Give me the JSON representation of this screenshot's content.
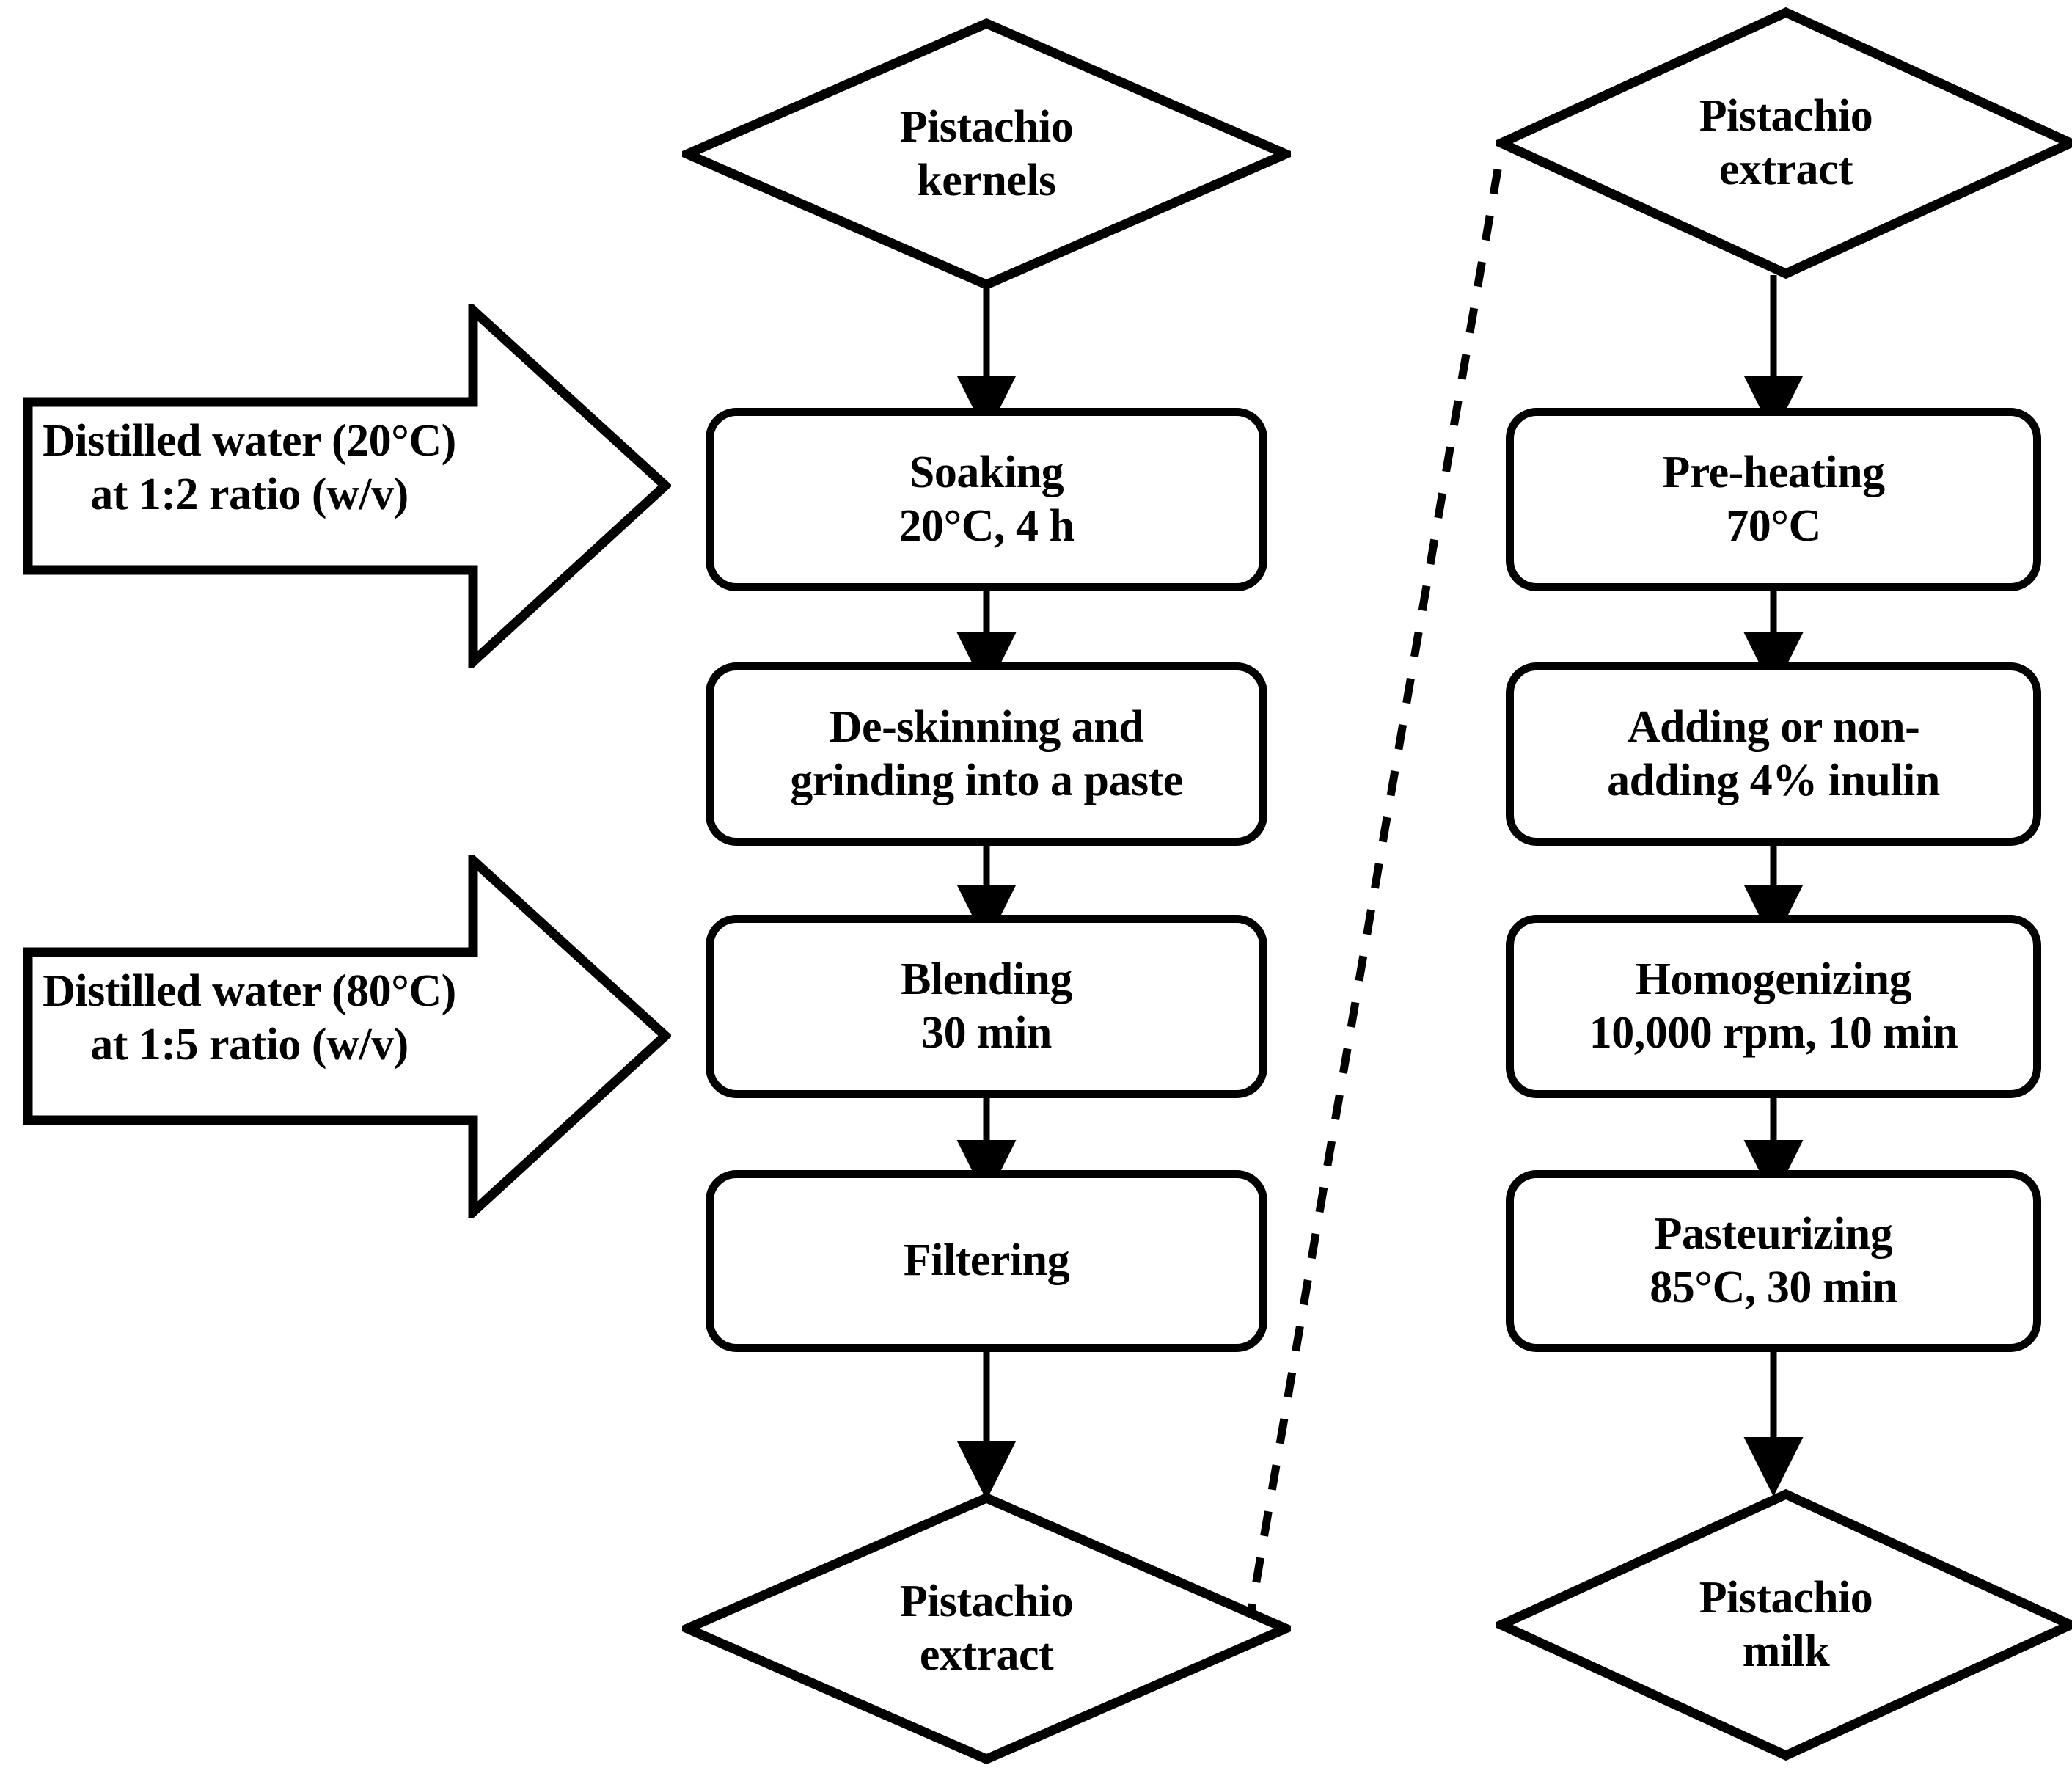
{
  "diagram": {
    "title": "Pistachio milk production flowchart",
    "colors": {
      "stroke": "#000000",
      "background": "#ffffff",
      "text": "#000000"
    },
    "left_column": {
      "inputs": [
        {
          "name": "soaking-water-input",
          "line1": "Distilled water (20°C)",
          "line2": "at 1:2 ratio (w/v)"
        },
        {
          "name": "blending-water-input",
          "line1": "Distilled water (80°C)",
          "line2": "at 1:5 ratio (w/v)"
        }
      ]
    },
    "middle_column": {
      "start": {
        "line1": "Pistachio",
        "line2": "kernels"
      },
      "steps": [
        {
          "line1": "Soaking",
          "line2": "20°C, 4 h"
        },
        {
          "line1": "De-skinning and",
          "line2": "grinding into a paste"
        },
        {
          "line1": "Blending",
          "line2": "30 min"
        },
        {
          "line1": "Filtering",
          "line2": ""
        }
      ],
      "end": {
        "line1": "Pistachio",
        "line2": "extract"
      }
    },
    "right_column": {
      "start": {
        "line1": "Pistachio",
        "line2": "extract"
      },
      "steps": [
        {
          "line1": "Pre-heating",
          "line2": "70°C"
        },
        {
          "line1": "Adding or non-",
          "line2": "adding 4% inulin"
        },
        {
          "line1": "Homogenizing",
          "line2": "10,000 rpm, 10 min"
        },
        {
          "line1": "Pasteurizing",
          "line2": "85°C, 30 min"
        }
      ],
      "end": {
        "line1": "Pistachio",
        "line2": "milk"
      }
    },
    "connectors": {
      "solid_arrow_count": 9,
      "dashed_link": {
        "from": "middle-end-pistachio-extract",
        "to": "right-start-pistachio-extract",
        "style": "dashed"
      }
    }
  }
}
